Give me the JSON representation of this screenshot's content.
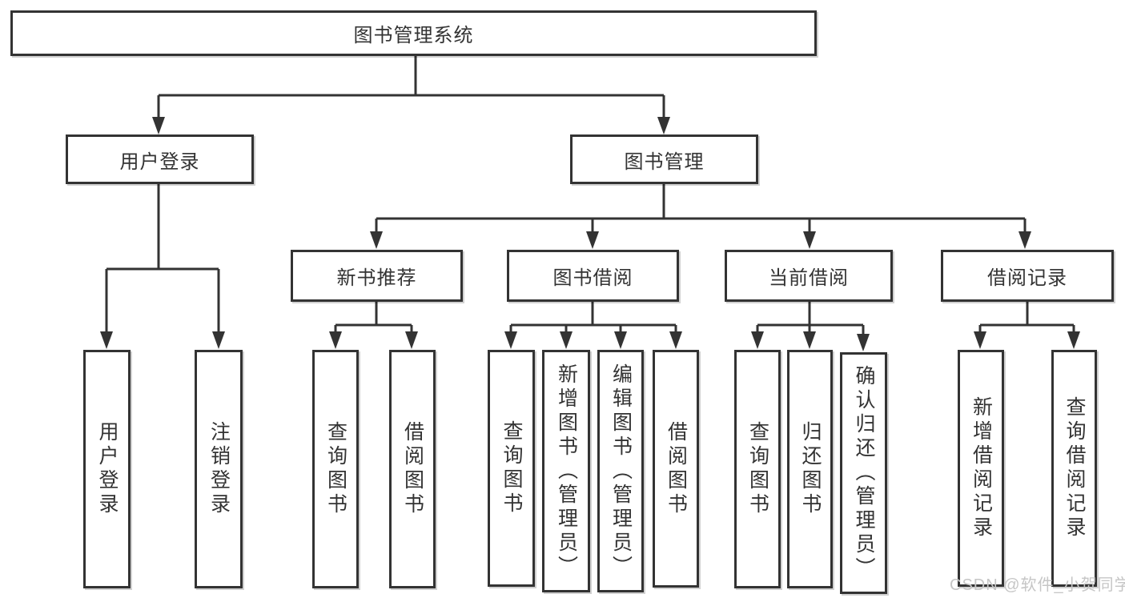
{
  "tree": {
    "root": {
      "label": "图书管理系统"
    },
    "level2": [
      {
        "label": "用户登录"
      },
      {
        "label": "图书管理"
      }
    ],
    "level3": [
      {
        "label": "新书推荐"
      },
      {
        "label": "图书借阅"
      },
      {
        "label": "当前借阅"
      },
      {
        "label": "借阅记录"
      }
    ],
    "leaves": [
      {
        "label": "用户登录"
      },
      {
        "label": "注销登录"
      },
      {
        "label": "查询图书"
      },
      {
        "label": "借阅图书"
      },
      {
        "label": "查询图书"
      },
      {
        "label": "新增图书（管理员）"
      },
      {
        "label": "编辑图书（管理员）"
      },
      {
        "label": "借阅图书"
      },
      {
        "label": "查询图书"
      },
      {
        "label": "归还图书"
      },
      {
        "label": "确认归还（管理员）"
      },
      {
        "label": "新增借阅记录"
      },
      {
        "label": "查询借阅记录"
      }
    ]
  },
  "watermark": {
    "text": "CSDN @软件_小贺同学"
  },
  "colors": {
    "line": "#333333",
    "box_border": "#333333",
    "text": "#333333",
    "watermark": "#c6c6c6",
    "background": "#ffffff"
  }
}
